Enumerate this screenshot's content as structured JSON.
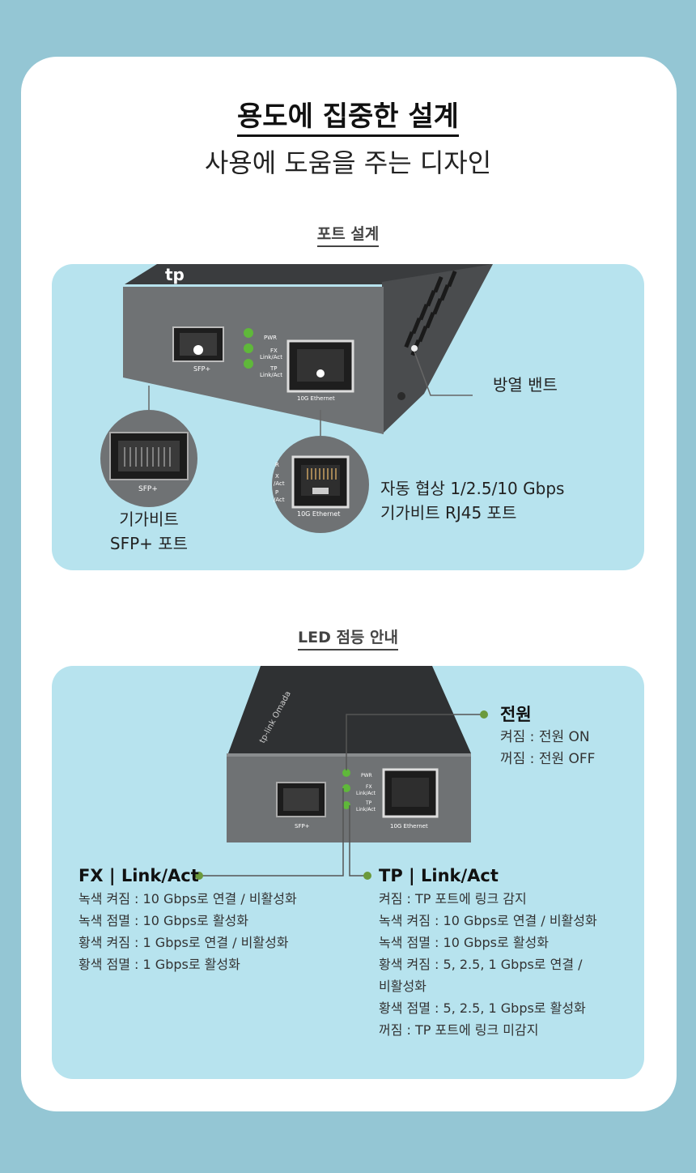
{
  "header": {
    "title": "용도에 집중한 설계",
    "subtitle": "사용에 도움을 주는 디자인"
  },
  "port_section": {
    "label": "포트 설계",
    "device": {
      "led_labels": [
        "PWR",
        "FX",
        "Link/Act",
        "TP",
        "Link/Act"
      ],
      "sfp_text": "SFP+",
      "eth_text": "10G Ethernet"
    },
    "zoom_sfp_text": "SFP+",
    "zoom_eth_text": "10G Ethernet",
    "zoom_eth_side": [
      "R",
      "X",
      "/Act",
      "P",
      "/Act"
    ],
    "vent_label": "방열 밴트",
    "sfp_label": [
      "기가비트",
      "SFP+ 포트"
    ],
    "rj45_label": [
      "자동 협상 1/2.5/10 Gbps",
      "기가비트 RJ45 포트"
    ]
  },
  "led_section": {
    "label": "LED 점등 안내",
    "device": {
      "led_labels": [
        "PWR",
        "FX",
        "Link/Act",
        "TP",
        "Link/Act"
      ],
      "sfp_text": "SFP+",
      "eth_text": "10G Ethernet",
      "brand_text": "tp-link   Omada"
    },
    "power": {
      "title": "전원",
      "lines": [
        "켜짐 : 전원 ON",
        "꺼짐 : 전원 OFF"
      ]
    },
    "fx": {
      "title": "FX | Link/Act",
      "lines": [
        "녹색 켜짐 : 10 Gbps로 연결 / 비활성화",
        "녹색 점멸 : 10 Gbps로 활성화",
        "황색 켜짐 : 1 Gbps로 연결 / 비활성화",
        "황색 점멸 : 1 Gbps로 활성화"
      ]
    },
    "tp": {
      "title": "TP | Link/Act",
      "lines": [
        "켜짐 : TP 포트에 링크 감지",
        "녹색 켜짐 : 10 Gbps로 연결 / 비활성화",
        "녹색 점멸 : 10 Gbps로 활성화",
        "황색 켜짐 : 5, 2.5, 1 Gbps로 연결 /",
        "비활성화",
        "황색 점멸 : 5, 2.5, 1 Gbps로 활성화",
        "꺼짐 : TP 포트에 링크 미감지"
      ]
    }
  },
  "colors": {
    "background": "#94c6d4",
    "panel": "#b7e3ee",
    "device_face": "#6f7274",
    "device_top": "#3a3c3e",
    "led_green": "#5fb83a",
    "callout_dot": "#6b9a3c"
  }
}
